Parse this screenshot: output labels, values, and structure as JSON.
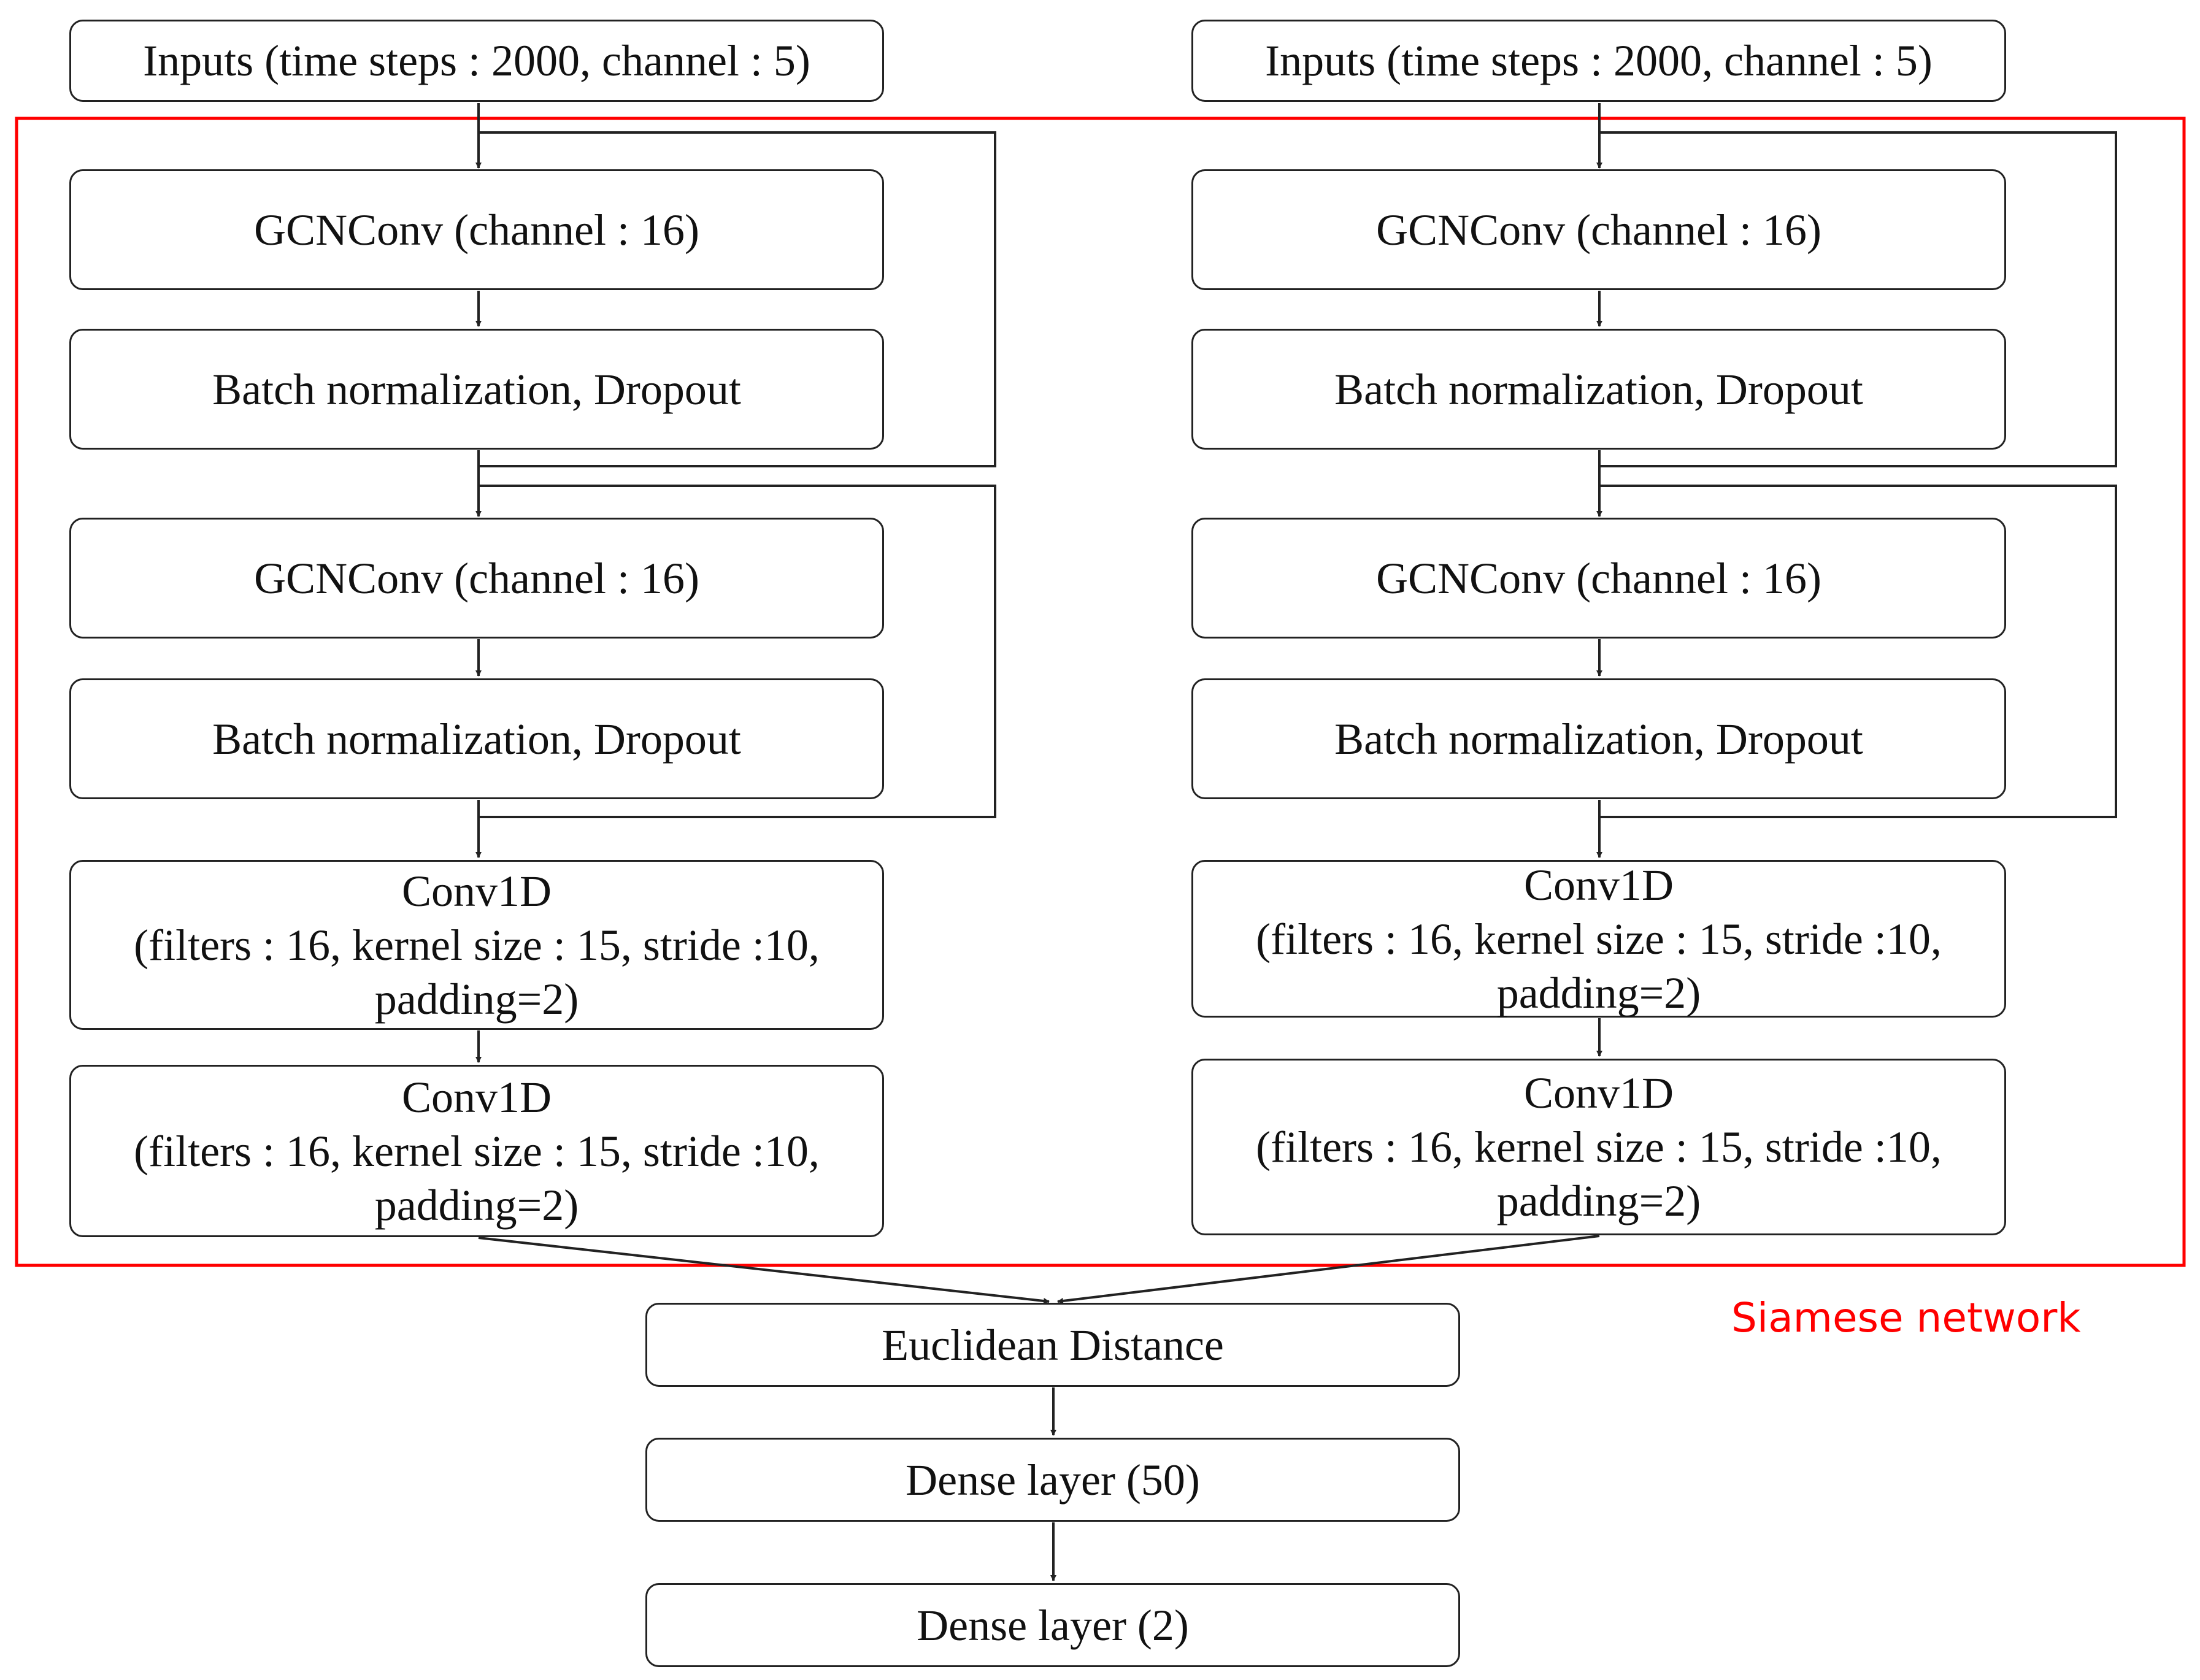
{
  "branches": [
    {
      "input": "Inputs (time steps : 2000, channel : 5)",
      "gcn1": "GCNConv (channel : 16)",
      "bn1": "Batch normalization, Dropout",
      "gcn2": "GCNConv (channel : 16)",
      "bn2": "Batch normalization, Dropout",
      "conv1": [
        "Conv1D",
        "(filters : 16, kernel size : 15, stride :10,",
        "padding=2)"
      ],
      "conv2": [
        "Conv1D",
        "(filters : 16, kernel size : 15, stride :10,",
        "padding=2)"
      ]
    },
    {
      "input": "Inputs (time steps : 2000, channel : 5)",
      "gcn1": "GCNConv (channel : 16)",
      "bn1": "Batch normalization, Dropout",
      "gcn2": "GCNConv (channel : 16)",
      "bn2": "Batch normalization, Dropout",
      "conv1": [
        "Conv1D",
        "(filters : 16, kernel size : 15, stride :10,",
        "padding=2)"
      ],
      "conv2": [
        "Conv1D",
        "(filters : 16, kernel size : 15, stride :10,",
        "padding=2)"
      ]
    }
  ],
  "head": {
    "distance": "Euclidean Distance",
    "dense1": "Dense layer (50)",
    "dense2": "Dense layer (2)"
  },
  "siamese_label": "Siamese network",
  "colors": {
    "highlight": "#ff0000",
    "stroke": "#222222"
  }
}
